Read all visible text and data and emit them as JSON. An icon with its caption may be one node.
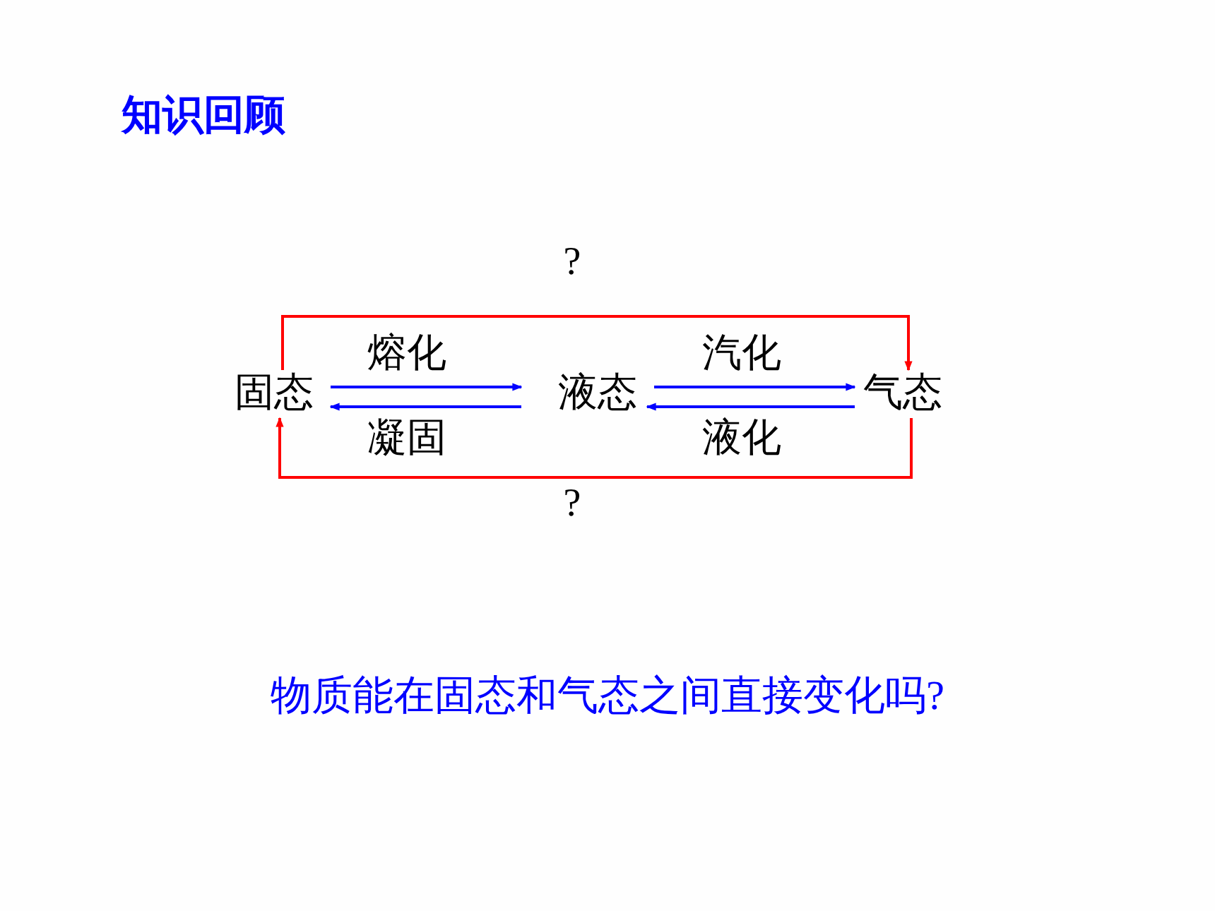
{
  "diagram": {
    "title": "知识回顾",
    "nodes": [
      {
        "text": [
          "固态"
        ]
      },
      {
        "text": [
          "液态"
        ]
      },
      {
        "text": [
          "气态"
        ]
      }
    ],
    "edges": [
      {
        "from": 0,
        "to": 1,
        "arrow": "to",
        "label": "熔化"
      },
      {
        "from": 1,
        "to": 0,
        "arrow": "to",
        "label": "凝固"
      },
      {
        "from": 1,
        "to": 2,
        "arrow": "to",
        "label": "汽化"
      },
      {
        "from": 2,
        "to": 1,
        "arrow": "to",
        "label": "液化"
      },
      {
        "from": 0,
        "to": 2,
        "arrow": "to",
        "label": "?",
        "color": "#ff0000"
      },
      {
        "from": 2,
        "to": 0,
        "arrow": "to",
        "label": "?",
        "color": "#ff0000"
      }
    ],
    "labels": [
      "物质能在固态和气态之间直接变化吗?"
    ]
  }
}
